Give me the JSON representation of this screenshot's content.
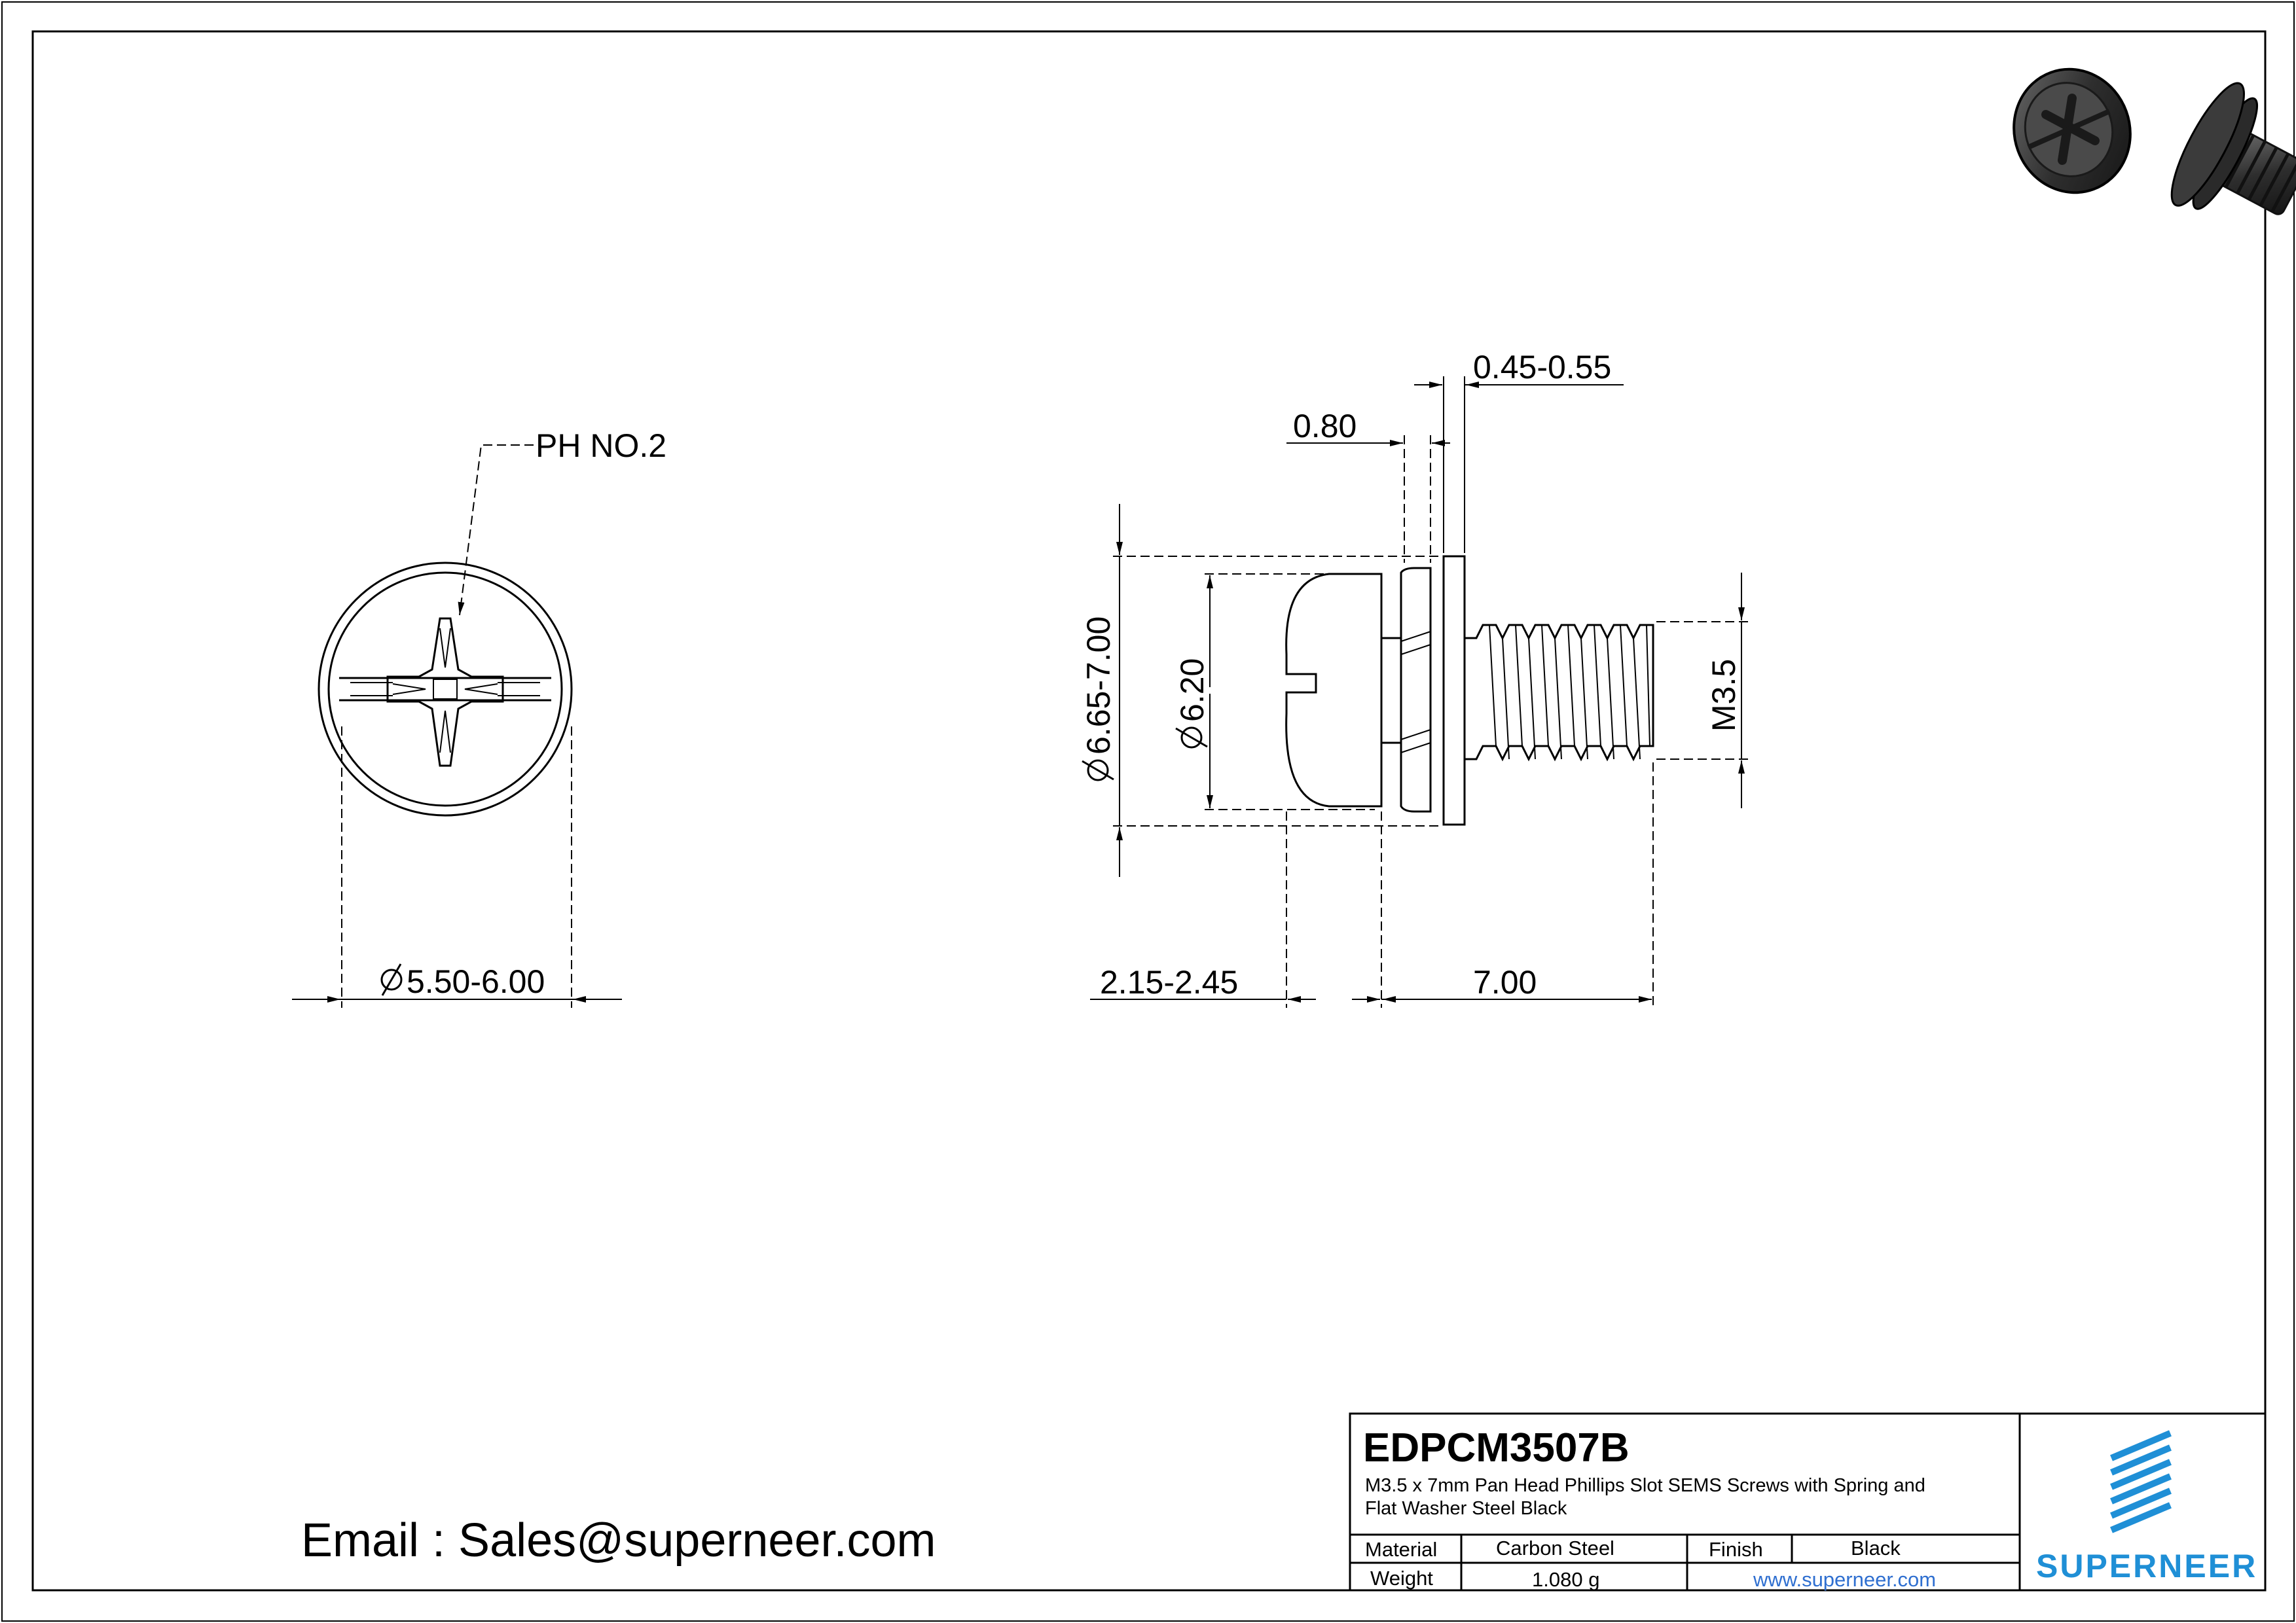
{
  "views": {
    "front": {
      "drive_label": "PH NO.2",
      "diameter_label": "5.50-6.00"
    },
    "side": {
      "washer_thickness": "0.45-0.55",
      "spring_thickness": "0.80",
      "washer_diameter": "6.65-7.00",
      "head_diameter": "6.20",
      "thread_size": "M3.5",
      "head_height": "2.15-2.45",
      "length": "7.00"
    }
  },
  "email_text": "Email : Sales@superneer.com",
  "title_block": {
    "part_number": "EDPCM3507B",
    "description_line1": "M3.5 x 7mm Pan Head Phillips Slot SEMS Screws with Spring and",
    "description_line2": "Flat Washer Steel Black",
    "material_label": "Material",
    "material_value": "Carbon Steel",
    "finish_label": "Finish",
    "finish_value": "Black",
    "weight_label": "Weight",
    "weight_value": "1.080 g",
    "website": "www.superneer.com",
    "brand": "SUPERNEER"
  },
  "colors": {
    "line": "#000000",
    "brand_blue": "#1f8fd6",
    "link_blue": "#2f6fd0",
    "screw_dark": "#3a3a3a"
  }
}
